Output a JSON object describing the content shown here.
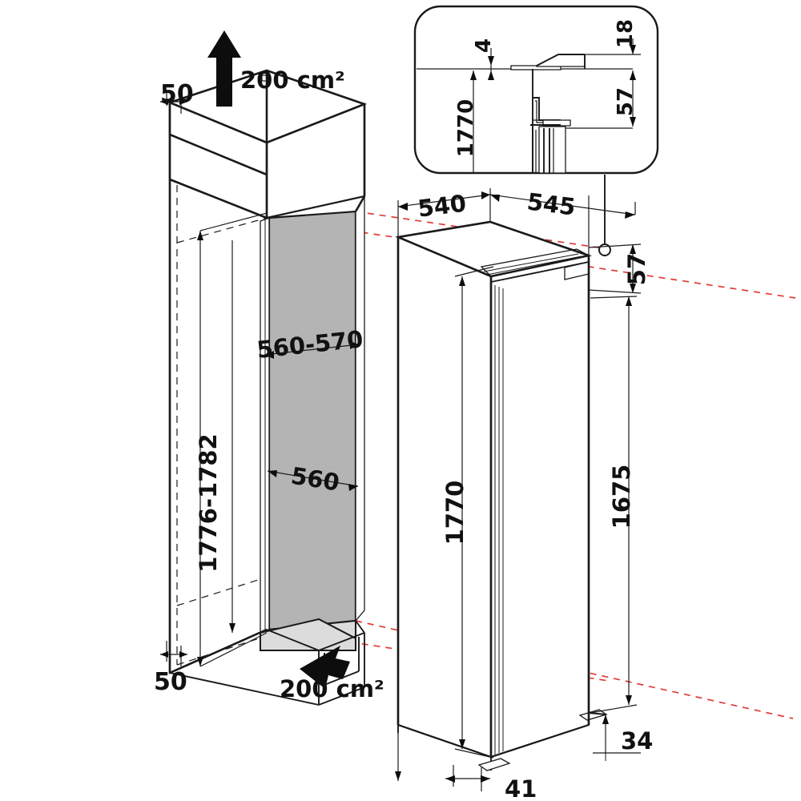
{
  "drawing": {
    "title": "Built-in refrigerator installation dimension drawing",
    "units": "mm",
    "colors": {
      "line": "#1a1a1a",
      "projection": "#e23b37",
      "panel_grey": "#b4b4b4",
      "floor_grey": "#dcdcdc",
      "background": "#ffffff"
    }
  },
  "niche": {
    "label": "cabinet-niche",
    "dimensions": {
      "top_gap": "50",
      "bottom_gap": "50",
      "height": "1776-1782",
      "width_upper": "560-570",
      "width_lower": "560"
    },
    "ventilation": {
      "top_area": "200 cm²",
      "bottom_area": "200 cm²",
      "top_arrow_icon": "arrow-up-icon",
      "bottom_arrow_icon": "arrow-down-left-icon"
    }
  },
  "appliance": {
    "label": "refrigerator-unit",
    "dimensions": {
      "depth_left": "540",
      "depth_right": "545",
      "top_offset": "57",
      "height_body": "1770",
      "height_door": "1675",
      "plinth_height": "34",
      "foot_offset": "41"
    }
  },
  "detail_inset": {
    "label": "top-hinge-cross-section",
    "dimensions": {
      "gap_top": "4",
      "trim_height": "18",
      "hinge_drop": "57",
      "body_height": "1770"
    }
  }
}
